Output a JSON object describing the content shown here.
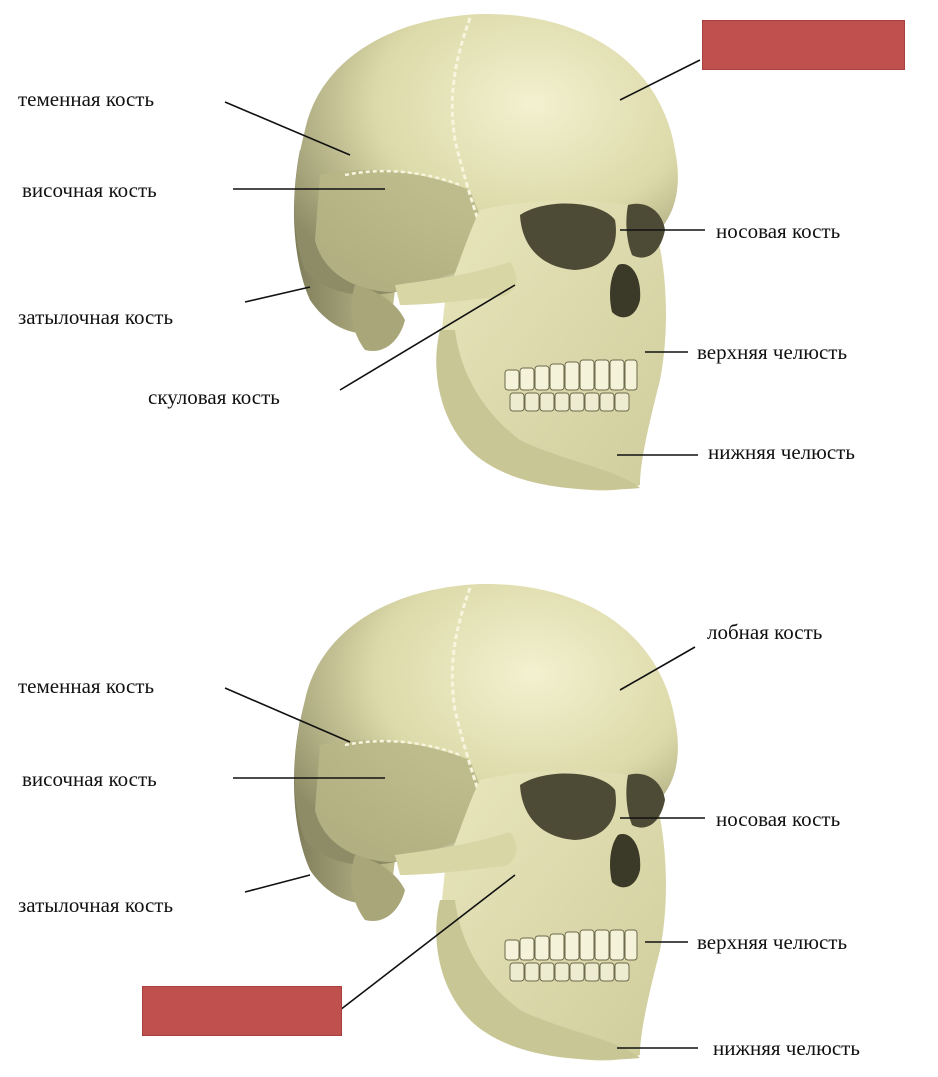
{
  "colors": {
    "bone_light": "#efedc4",
    "bone_mid": "#d6d3a3",
    "bone_shadow": "#8c8a64",
    "suture": "#f6f4dc",
    "leader_line": "#111111",
    "answer_box": "#c0504d"
  },
  "top": {
    "labels": {
      "parietal": "теменная кость",
      "temporal": "височная кость",
      "occipital": "затылочная кость",
      "zygomatic": "скуловая кость",
      "nasal": "носовая  кость",
      "maxilla": "верхняя челюсть",
      "mandible": "нижняя челюсть"
    },
    "hidden_label_box": "frontal bone label covered by red box"
  },
  "bottom": {
    "labels": {
      "parietal": "теменная кость",
      "temporal": "височная кость",
      "occipital": "затылочная кость",
      "frontal": "лобная кость",
      "nasal": "носовая  кость",
      "maxilla": "верхняя челюсть",
      "mandible": "нижняя челюсть"
    },
    "hidden_label_box": "zygomatic bone label covered by red box"
  }
}
